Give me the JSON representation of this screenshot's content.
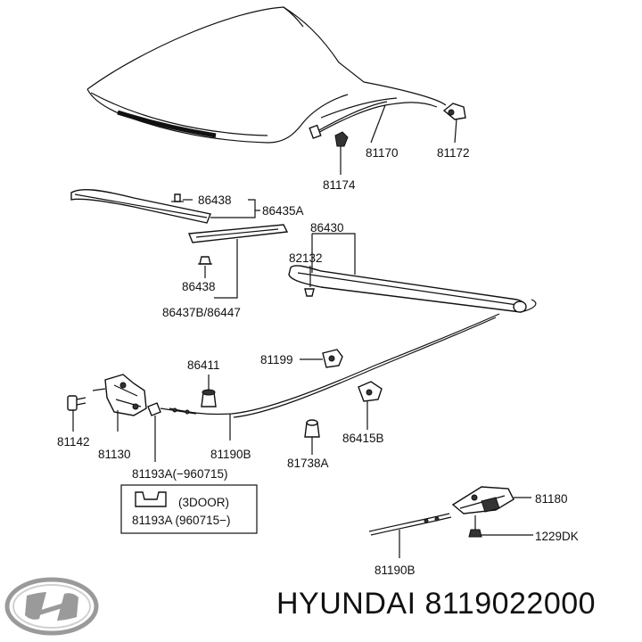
{
  "labels": {
    "p81170": "81170",
    "p81172": "81172",
    "p81174": "81174",
    "p86438a": "86438",
    "p86435a": "86435A",
    "p86430": "86430",
    "p82132": "82132",
    "p86438b": "86438",
    "p86437b": "86437B/86447",
    "p86411": "86411",
    "p81199": "81199",
    "p81142": "81142",
    "p81130": "81130",
    "p81190b_a": "81190B",
    "p86415b": "86415B",
    "p81738a": "81738A",
    "p81193a_a": "81193A(−960715)",
    "p3door": "(3DOOR)",
    "p81193a_b": "81193A (960715−)",
    "p81180": "81180",
    "p1229dk": "1229DK",
    "p81190b_b": "81190B"
  },
  "footer": {
    "brand": "HYUNDAI",
    "part_number": "8119022000",
    "text": "HYUNDAI 8119022000"
  },
  "logo": {
    "icon": "hyundai-logo",
    "color": "#9a9a9a"
  }
}
